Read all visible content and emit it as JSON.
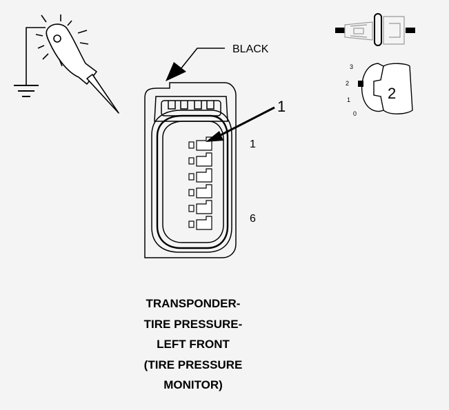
{
  "connector_color": "BLACK",
  "callout_number": "1",
  "pin_first": "1",
  "pin_last": "6",
  "key_position": "2",
  "switch_scale": [
    "3",
    "2",
    "1",
    "0"
  ],
  "caption_lines": [
    "TRANSPONDER-",
    "TIRE PRESSURE-",
    "LEFT FRONT",
    "(TIRE PRESSURE",
    "MONITOR)"
  ]
}
